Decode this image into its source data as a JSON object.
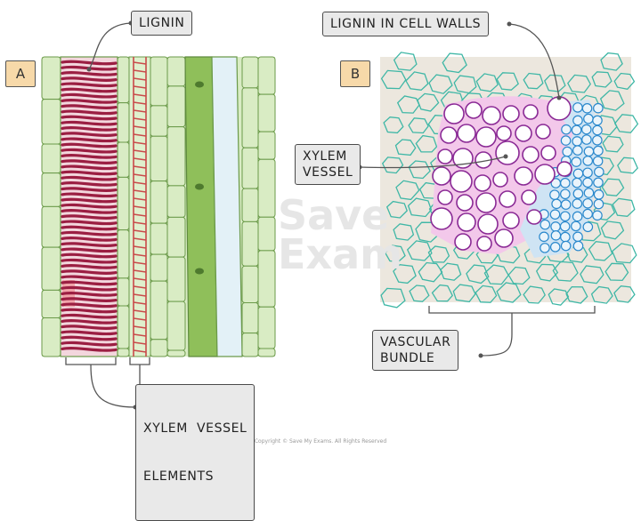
{
  "panels": {
    "a": {
      "badge": "A"
    },
    "b": {
      "badge": "B"
    }
  },
  "labels": {
    "lignin": "LIGNIN",
    "lignin_walls": "LIGNIN IN CELL WALLS",
    "xylem_vessel": [
      "XYLEM",
      "VESSEL"
    ],
    "vascular_bundle": [
      "VASCULAR",
      "BUNDLE"
    ],
    "xylem_elements": [
      "XYLEM  VESSEL",
      "ELEMENTS"
    ]
  },
  "watermark": [
    "Save",
    "Exam"
  ],
  "copyright": "Copyright © Save My Exams. All Rights Reserved",
  "colors": {
    "background_tissue": "#d9ecc4",
    "cell_line": "#6b9a4a",
    "lignin_spiral": "#9b1e42",
    "lignin_ring": "#c94a4a",
    "phloem_light": "#e3f1f7",
    "xylem_pink": "#f3c8ea",
    "xylem_purple": "#8a2a95",
    "phloem_blue": "#2a88cc",
    "ground_teal": "#3fb7a6",
    "ground_fill": "#ece7de",
    "badge": "#f7d9a9"
  }
}
